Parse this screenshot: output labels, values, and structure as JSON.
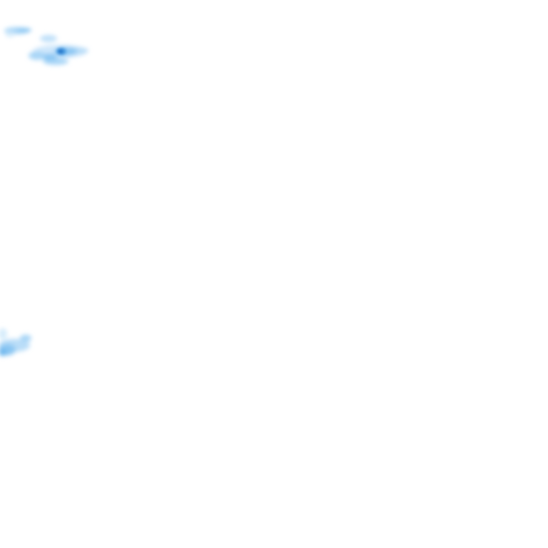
{
  "map": {
    "background_color": "#ffffff",
    "layer": "density-heatmap",
    "color_ramp": [
      "#ffffff",
      "#d6ecfb",
      "#a9d6f7",
      "#6fb8ee",
      "#2f86d6",
      "#0b4f9c"
    ],
    "hotspots": [
      {
        "name": "upper-left-cluster",
        "peak_level": 0.95,
        "region": "top-left"
      },
      {
        "name": "top-edge-fringe",
        "peak_level": 0.45,
        "region": "top-left"
      },
      {
        "name": "mid-left-edge-cluster",
        "peak_level": 0.55,
        "region": "middle-left"
      }
    ]
  }
}
